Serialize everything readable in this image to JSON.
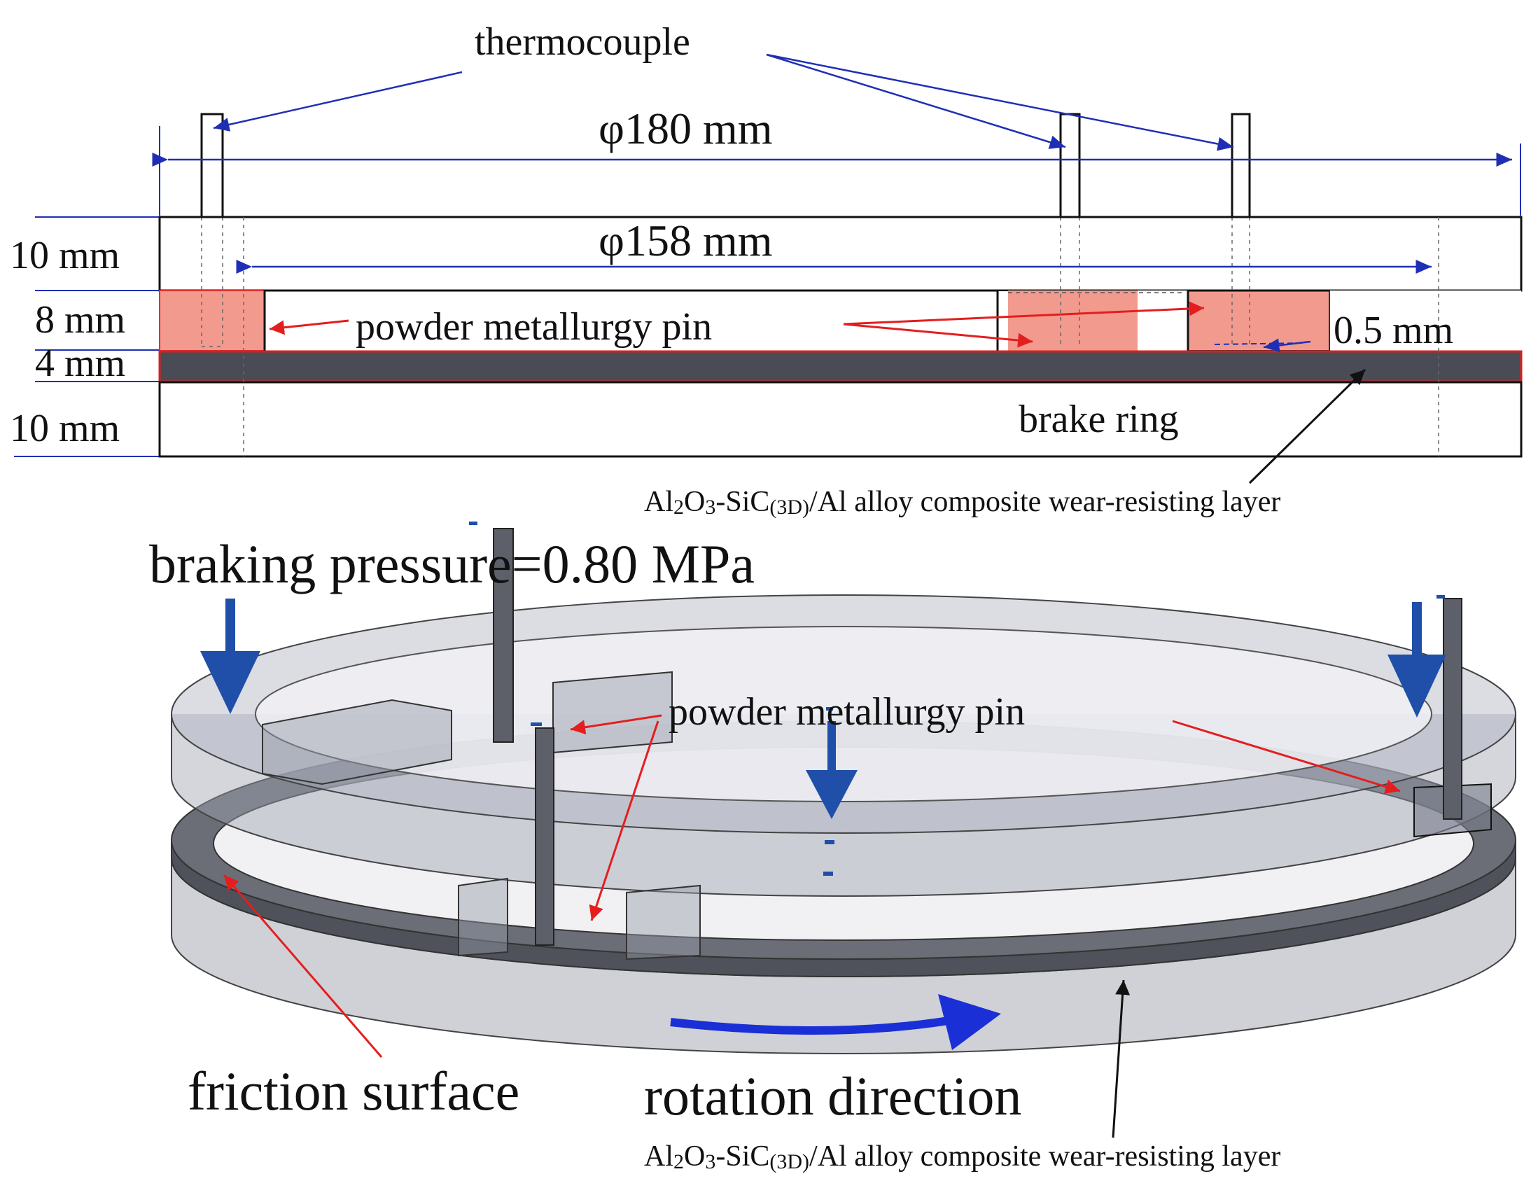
{
  "labels": {
    "thermocouple": "thermocouple",
    "d180": "φ180 mm",
    "d158": "φ158 mm",
    "t10_top": "10 mm",
    "t8": "8 mm",
    "t4": "4 mm",
    "t10_bottom": "10 mm",
    "pin_top": "powder metallurgy pin",
    "gap": "0.5 mm",
    "brake_ring": "brake ring",
    "layer_top": {
      "p1": "Al",
      "s1": "2",
      "p2": "O",
      "s2": "3",
      "p3": "-SiC",
      "s3": "(3D)",
      "p4": "/Al alloy composite wear-resisting layer"
    },
    "pressure": "braking pressure=0.80 MPa",
    "pin_3d": "powder metallurgy pin",
    "friction": "friction surface",
    "rotation": "rotation direction",
    "layer_bottom": {
      "p1": "Al",
      "s1": "2",
      "p2": "O",
      "s2": "3",
      "p3": "-SiC",
      "s3": "(3D)",
      "p4": "/Al alloy composite wear-resisting layer"
    }
  },
  "colors": {
    "dimension": "#1f2fb5",
    "pointer_red": "#e41e1e",
    "pin_fill": "#f39a8e",
    "layer_fill": "#4a4c55",
    "body_fill": "#d4d6dc",
    "ring_fill": "#55585f",
    "pressure_arrow": "#1f4fa8",
    "rotation_arrow": "#1a2fd6"
  }
}
